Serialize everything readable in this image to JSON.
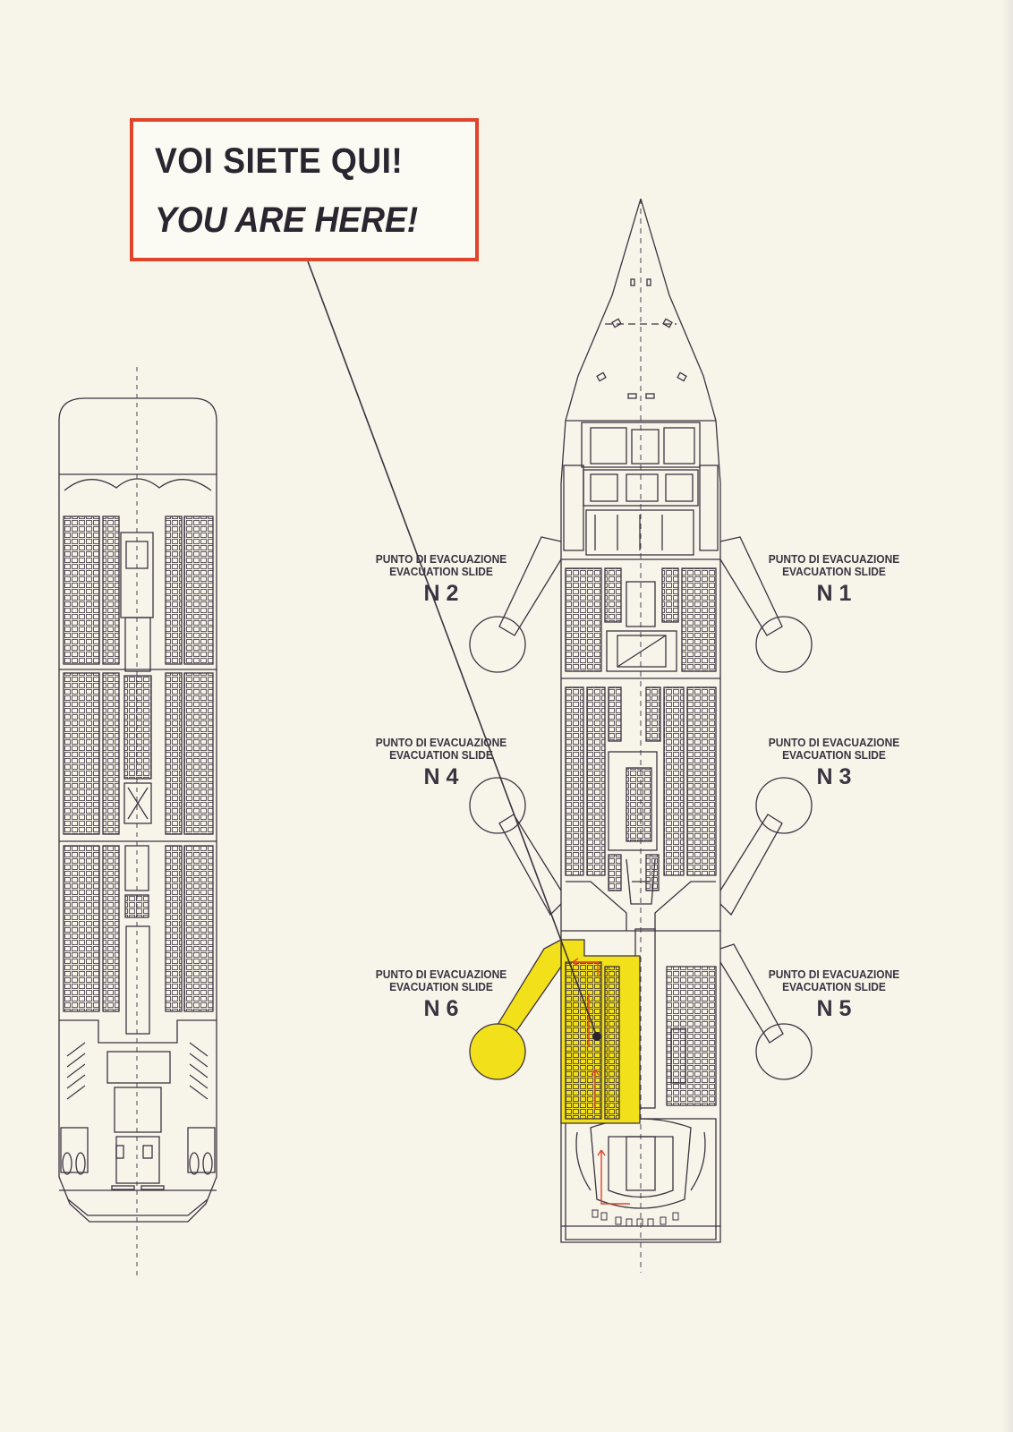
{
  "callout": {
    "line_it": "VOI SIETE QUI!",
    "line_en": "YOU ARE HERE!",
    "border_color": "#e0442b"
  },
  "slides": [
    {
      "it": "PUNTO DI EVACUAZIONE",
      "en": "EVACUATION SLIDE",
      "num": "N 1"
    },
    {
      "it": "PUNTO DI EVACUAZIONE",
      "en": "EVACUATION SLIDE",
      "num": "N 2"
    },
    {
      "it": "PUNTO DI EVACUAZIONE",
      "en": "EVACUATION SLIDE",
      "num": "N 3"
    },
    {
      "it": "PUNTO DI EVACUAZIONE",
      "en": "EVACUATION SLIDE",
      "num": "N 4"
    },
    {
      "it": "PUNTO DI EVACUAZIONE",
      "en": "EVACUATION SLIDE",
      "num": "N 5"
    },
    {
      "it": "PUNTO DI EVACUAZIONE",
      "en": "EVACUATION SLIDE",
      "num": "N 6"
    }
  ],
  "highlight": {
    "slide": "N 6",
    "color": "#f2e01a"
  },
  "colors": {
    "line": "#3c3340",
    "paper": "#f7f5ea",
    "arrow": "#e0442b"
  }
}
